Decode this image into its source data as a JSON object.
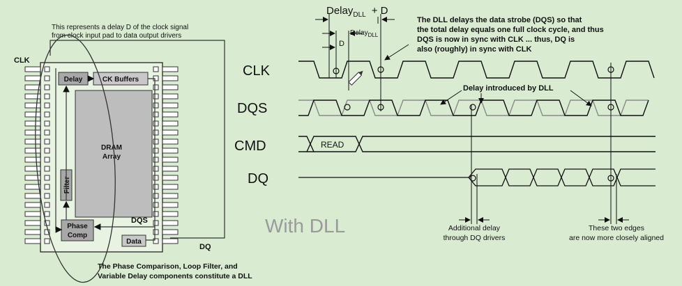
{
  "chip": {
    "clk_label": "CLK",
    "dqs_label": "DQS",
    "dq_label": "DQ",
    "delay_box": "Delay",
    "ck_buffers_box": "CK Buffers",
    "dram_line1": "DRAM",
    "dram_line2": "Array",
    "filter_box": "Filter",
    "phase_line1": "Phase",
    "phase_line2": "Comp",
    "data_box": "Data",
    "note_top_line1": "This represents a delay D of the clock signal",
    "note_top_line2": "from clock input pad to data output drivers",
    "note_bottom_line1": "The Phase Comparison, Loop Filter, and",
    "note_bottom_line2": "Variable Delay components constitute a DLL"
  },
  "timing": {
    "signals": [
      "CLK",
      "DQS",
      "CMD",
      "DQ"
    ],
    "read_label": "READ",
    "delay_dll_plus_d_prefix": "Delay",
    "delay_dll_plus_d_sub": "DLL",
    "delay_dll_plus_d_suffix": "+ D",
    "delay_dll_prefix": "Delay",
    "delay_dll_sub": "DLL",
    "d_label": "D",
    "dll_note_line1": "The DLL delays the data strobe (DQS) so that",
    "dll_note_line2": "the total delay equals one full clock cycle, and thus",
    "dll_note_line3": "DQS is now in sync with CLK ... thus, DQ is",
    "dll_note_line4": "also (roughly) in sync with CLK",
    "delay_introduced": "Delay introduced by DLL",
    "additional_line1": "Additional delay",
    "additional_line2": "through DQ drivers",
    "edges_line1": "These two edges",
    "edges_line2": "are now more closely aligned",
    "with_dll": "With DLL"
  }
}
